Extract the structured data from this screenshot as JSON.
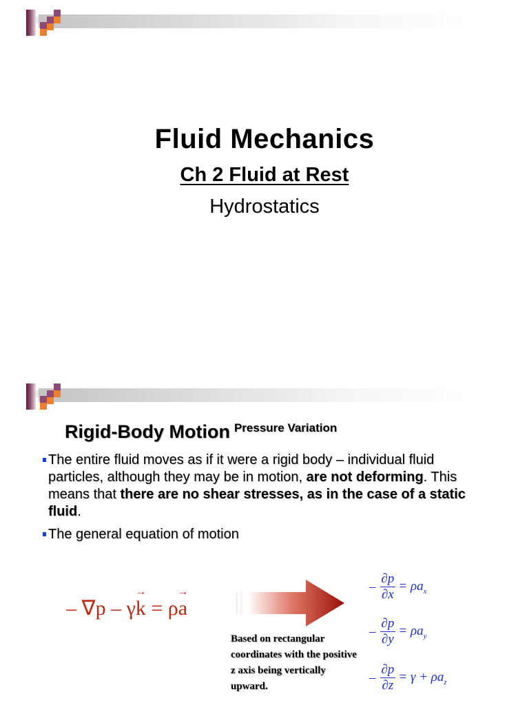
{
  "slide1": {
    "title": "Fluid Mechanics",
    "subtitle": "Ch 2 Fluid at Rest",
    "subsubtitle": "Hydrostatics"
  },
  "slide2": {
    "title": "Rigid-Body Motion",
    "title_superscript": "Pressure Variation",
    "bullets": [
      {
        "segments": [
          {
            "text": "The entire fluid moves as if it were a rigid body – individual fluid particles, although they may be in motion, ",
            "bold": false
          },
          {
            "text": "are not deforming",
            "bold": true
          },
          {
            "text": ". This means that ",
            "bold": false
          },
          {
            "text": "there are no shear stresses, as in the case of a static fluid",
            "bold": true
          },
          {
            "text": ".",
            "bold": false
          }
        ]
      },
      {
        "segments": [
          {
            "text": "The general equation of motion",
            "bold": false
          }
        ]
      }
    ],
    "equation_main": {
      "lhs1": "– ∇p – γ",
      "k": "k",
      "eq": " = ρ",
      "a": "a"
    },
    "note": "Based on rectangular coordinates with the positive z axis being vertically upward.",
    "component_equations": [
      {
        "minus": "–",
        "num": "∂p",
        "den": "∂x",
        "rhs": "= ρa",
        "sub": "x"
      },
      {
        "minus": "–",
        "num": "∂p",
        "den": "∂y",
        "rhs": "= ρa",
        "sub": "y"
      },
      {
        "minus": "–",
        "num": "∂p",
        "den": "∂z",
        "rhs": "= γ + ρa",
        "sub": "z"
      }
    ],
    "colors": {
      "equation_main": "#c0280f",
      "component_equations": "#1d2fc8",
      "bullet_marker": "#1a3ecf",
      "arrow": "#a01508"
    }
  },
  "header_decoration": {
    "colors": {
      "purple": "#8e4a77",
      "orange": "#ef7f2a",
      "bar": "#c4c4c4"
    }
  }
}
